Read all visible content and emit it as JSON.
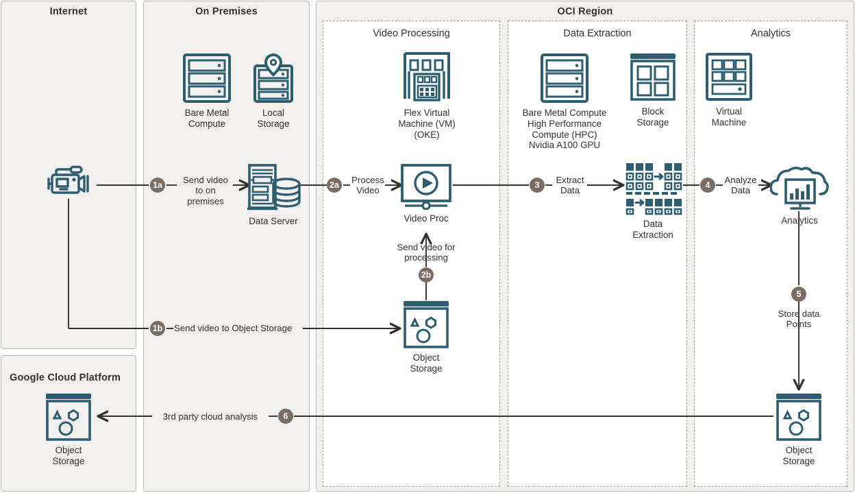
{
  "zones": {
    "internet": {
      "title": "Internet"
    },
    "on_premises": {
      "title": "On Premises"
    },
    "google_cloud": {
      "title": "Google Cloud Platform"
    },
    "oci_region": {
      "title": "OCI Region"
    },
    "video_processing": {
      "title": "Video Processing"
    },
    "data_extraction": {
      "title": "Data Extraction"
    },
    "analytics": {
      "title": "Analytics"
    }
  },
  "nodes": {
    "camera": {
      "label": "",
      "icon": "video-camera-icon"
    },
    "bare_metal_compute": {
      "label": "Bare Metal\nCompute",
      "icon": "server-rack-icon"
    },
    "local_storage": {
      "label": "Local\nStorage",
      "icon": "local-storage-icon"
    },
    "data_server": {
      "label": "Data Server",
      "icon": "data-server-icon"
    },
    "flex_vm": {
      "label": "Flex Virtual\nMachine (VM)\n(OKE)",
      "icon": "flex-virtual-machine-icon"
    },
    "video_proc": {
      "label": "Video Proc",
      "icon": "video-player-icon"
    },
    "object_storage_oci": {
      "label": "Object\nStorage",
      "icon": "object-storage-icon"
    },
    "bm_hpc": {
      "label": "Bare Metal Compute\nHigh Performance\nCompute (HPC)\nNvidia A100 GPU",
      "icon": "server-rack-icon"
    },
    "block_storage": {
      "label": "Block\nStorage",
      "icon": "block-storage-icon"
    },
    "data_extraction_node": {
      "label": "Data\nExtraction",
      "icon": "data-extraction-icon"
    },
    "virtual_machine": {
      "label": "Virtual\nMachine",
      "icon": "virtual-machine-icon"
    },
    "analytics_node": {
      "label": "Analytics",
      "icon": "cloud-analytics-icon"
    },
    "object_storage_analytics": {
      "label": "Object\nStorage",
      "icon": "object-storage-icon"
    },
    "object_storage_gcp": {
      "label": "Object\nStorage",
      "icon": "object-storage-icon"
    }
  },
  "flows": [
    {
      "id": "1a",
      "badge": "1a",
      "label": "Send video\nto on premises"
    },
    {
      "id": "1b",
      "badge": "1b",
      "label": "Send video to Object Storage"
    },
    {
      "id": "2a",
      "badge": "2a",
      "label": "Process\nVideo"
    },
    {
      "id": "2b",
      "badge": "2b",
      "label": "Send video for\nprocessing"
    },
    {
      "id": "3",
      "badge": "3",
      "label": "Extract\nData"
    },
    {
      "id": "4",
      "badge": "4",
      "label": "Analyze\nData"
    },
    {
      "id": "5",
      "badge": "5",
      "label": "Store data\nPoints"
    },
    {
      "id": "6",
      "badge": "6",
      "label": "3rd party cloud analysis"
    }
  ],
  "colors": {
    "icon_teal": "#2d5d70",
    "badge_brown": "#7a6d63",
    "line_dark": "#333030",
    "panel_fill": "#f4f2f0",
    "panel_border": "#b9b5b1",
    "subcomp_border": "#a8a4a0"
  }
}
